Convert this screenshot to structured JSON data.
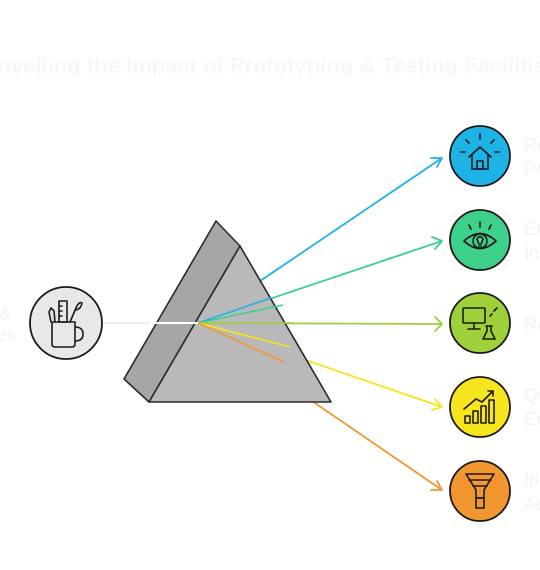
{
  "title": "Unveiling the Impact of Prototyping & Testing Facilities",
  "source": {
    "icon": "design-tools-cup-icon",
    "label_lines": [
      "Resources &",
      "Facilities"
    ]
  },
  "rays": [
    {
      "icon": "house-icon",
      "color": "#1eb3e6",
      "label_lines": [
        "Reduced",
        "Product Costs"
      ]
    },
    {
      "icon": "eye-lightbulb-icon",
      "color": "#3cd08a",
      "label_lines": [
        "Enhanced",
        "Innovation"
      ]
    },
    {
      "icon": "computer-flask-icon",
      "color": "#9dd03a",
      "label_lines": [
        "R&D"
      ]
    },
    {
      "icon": "growth-chart-icon",
      "color": "#f7e51d",
      "label_lines": [
        "Quality",
        "Enhancement"
      ]
    },
    {
      "icon": "funnel-icon",
      "color": "#f29632",
      "label_lines": [
        "Increased",
        "Accuracy"
      ]
    }
  ]
}
